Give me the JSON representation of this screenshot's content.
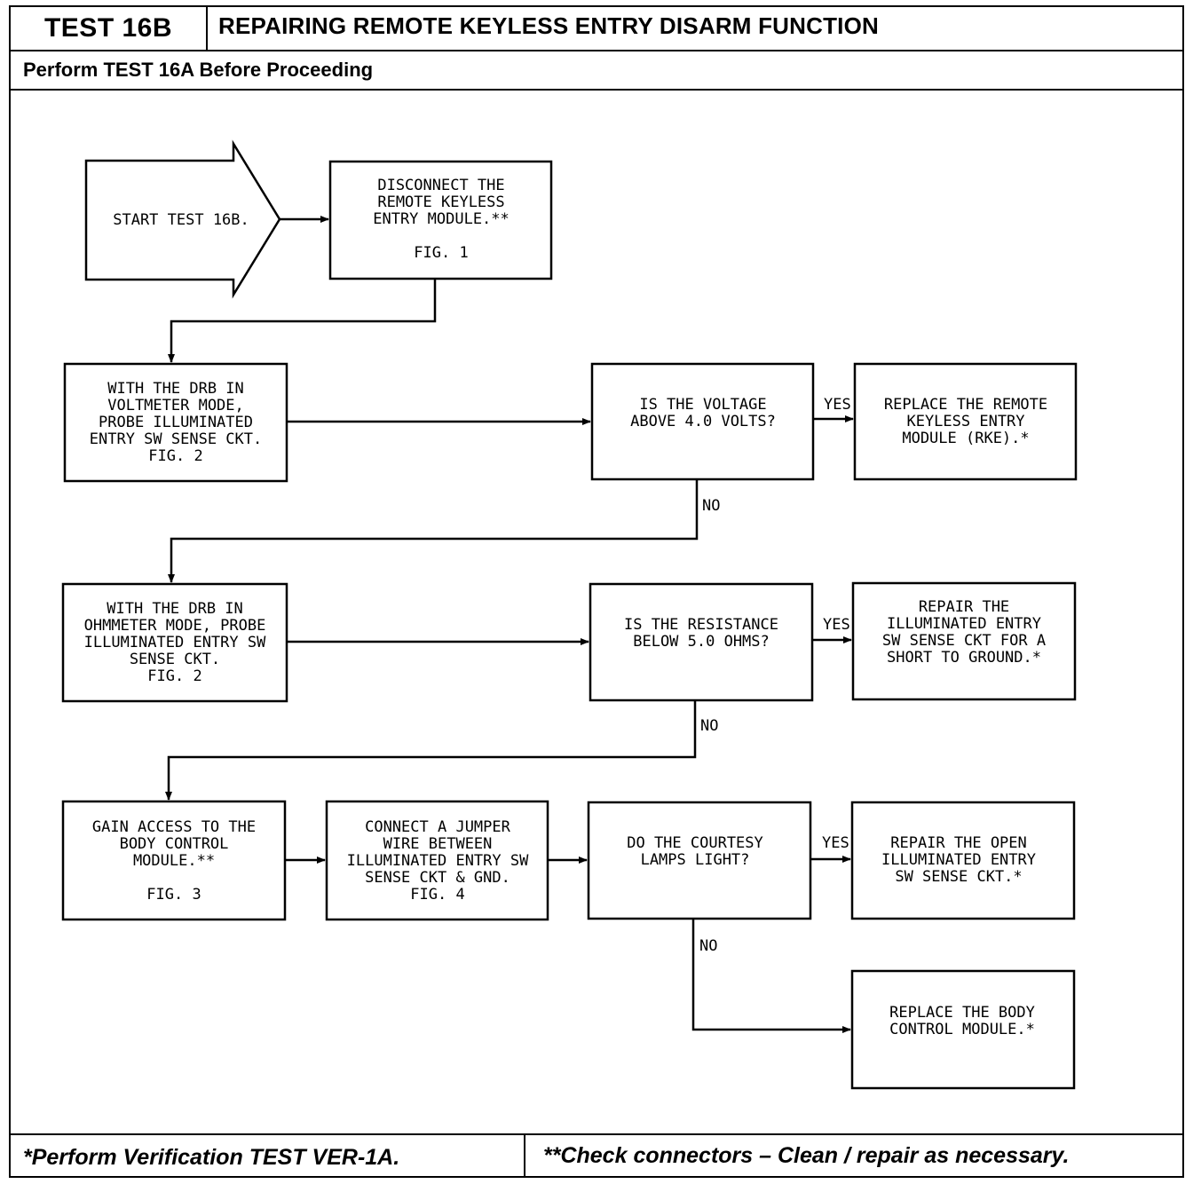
{
  "header": {
    "test_id": "TEST 16B",
    "title": "REPAIRING REMOTE KEYLESS ENTRY DISARM FUNCTION",
    "prerequisite": "Perform TEST 16A Before Proceeding"
  },
  "footer": {
    "note_single": "*Perform Verification TEST VER-1A.",
    "note_double": "**Check connectors – Clean / repair as necessary."
  },
  "flow": {
    "start": "START TEST 16B.",
    "disconnect": [
      "DISCONNECT THE",
      "REMOTE KEYLESS",
      "ENTRY MODULE.**",
      "",
      "FIG. 1"
    ],
    "voltmeter": [
      "WITH THE DRB IN",
      "VOLTMETER MODE,",
      "PROBE ILLUMINATED",
      "ENTRY SW SENSE CKT.",
      "FIG. 2"
    ],
    "q_voltage": [
      "IS THE VOLTAGE",
      "ABOVE 4.0 VOLTS?"
    ],
    "replace_rke": [
      "REPLACE THE REMOTE",
      "KEYLESS ENTRY",
      "MODULE (RKE).*"
    ],
    "ohmmeter": [
      "WITH THE DRB IN",
      "OHMMETER MODE, PROBE",
      "ILLUMINATED ENTRY SW",
      "SENSE CKT.",
      "FIG. 2"
    ],
    "q_resistance": [
      "IS THE RESISTANCE",
      "BELOW 5.0 OHMS?"
    ],
    "repair_short": [
      "REPAIR THE",
      "ILLUMINATED ENTRY",
      "SW SENSE CKT FOR A",
      "SHORT TO GROUND.*"
    ],
    "gain_access": [
      "GAIN ACCESS TO THE",
      "BODY CONTROL",
      "MODULE.**",
      "",
      "FIG. 3"
    ],
    "jumper": [
      "CONNECT A JUMPER",
      "WIRE BETWEEN",
      "ILLUMINATED ENTRY SW",
      "SENSE CKT & GND.",
      "FIG. 4"
    ],
    "q_lamps": [
      "DO THE COURTESY",
      "LAMPS LIGHT?"
    ],
    "repair_open": [
      "REPAIR THE OPEN",
      "ILLUMINATED ENTRY",
      "SW SENSE CKT.*"
    ],
    "replace_bcm": [
      "REPLACE THE BODY",
      "CONTROL MODULE.*"
    ],
    "yes": "YES",
    "no": "NO"
  }
}
